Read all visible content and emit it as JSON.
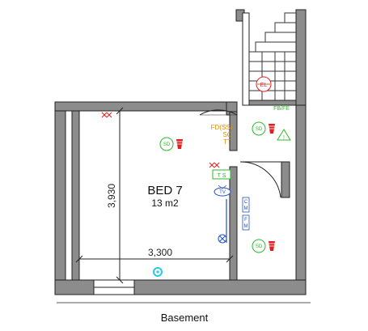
{
  "plan": {
    "room_name": "BED 7",
    "room_area": "13 m2",
    "dim_vertical": "3,930",
    "dim_horizontal": "3,300",
    "caption": "Basement"
  },
  "symbols": {
    "el": "EL",
    "fbfe": "FB/FE",
    "fd_lines": [
      "FD(SS)",
      "SC",
      "TT"
    ],
    "sd": "SD",
    "ts": "T S",
    "tv": "TV",
    "cm_letters": [
      "C",
      "M"
    ],
    "fm_letters": [
      "F",
      "M"
    ],
    "warning": "!"
  },
  "colors": {
    "wall_fill": "#8c8c8c",
    "green": "#2eb82e",
    "red": "#e02020",
    "orange": "#e08a00",
    "blue": "#2050c8",
    "cyan": "#28c8e8",
    "dim_line": "#222222"
  }
}
